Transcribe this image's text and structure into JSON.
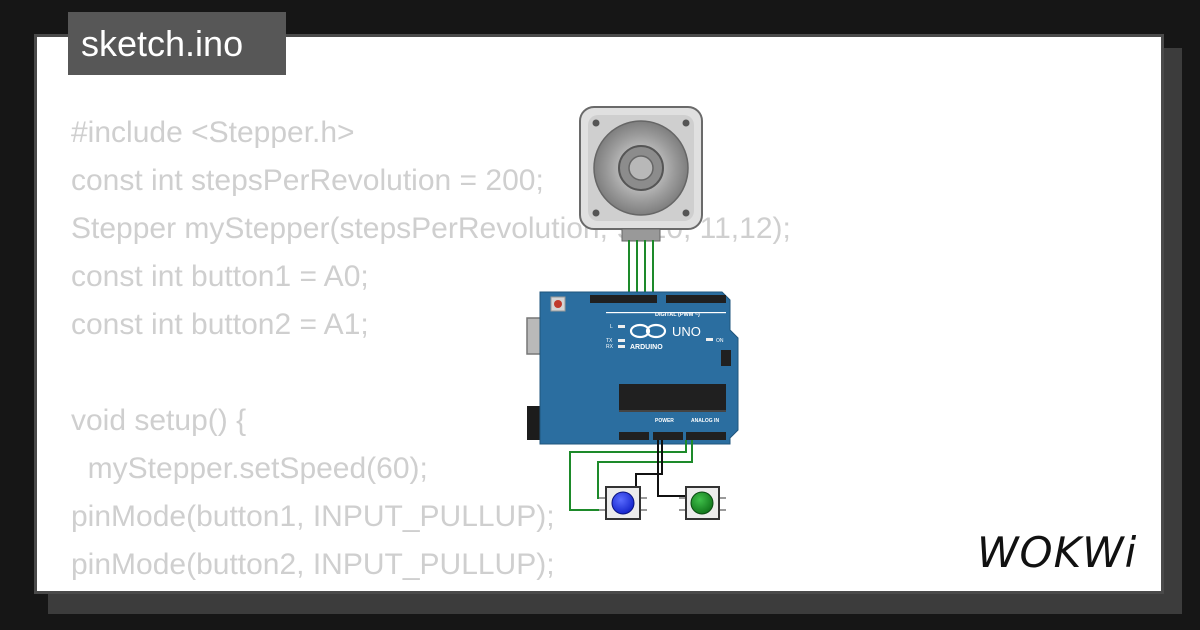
{
  "file_tab": {
    "title": "sketch.ino"
  },
  "code_lines": [
    "#include <Stepper.h>",
    "const int stepsPerRevolution = 200;",
    "Stepper myStepper(stepsPerRevolution, 9, 10, 11,12);",
    "const int button1 = A0;",
    "const int button2 = A1;",
    "",
    "void setup() {",
    "  myStepper.setSpeed(60);",
    "pinMode(button1, INPUT_PULLUP);",
    "pinMode(button2, INPUT_PULLUP);"
  ],
  "board": {
    "model": "UNO",
    "brand": "ARDUINO",
    "digital_header": "DIGITAL (PWM ~)",
    "power_header": "POWER",
    "analog_header": "ANALOG IN",
    "on_label": "ON",
    "led_labels": [
      "L",
      "TX",
      "RX"
    ]
  },
  "logo": {
    "text": "WOKWi"
  },
  "colors": {
    "board_blue": "#2b6ea0",
    "wire_green": "#1d8a2a",
    "button_blue": "#1a2ee0",
    "button_green": "#178a22",
    "background": "#161616",
    "card": "#ffffff",
    "tab": "#575757",
    "code_text": "#cfcfcf"
  },
  "icons": {
    "motor": "stepper-motor-icon",
    "board": "arduino-uno-icon",
    "button1": "pushbutton-blue-icon",
    "button2": "pushbutton-green-icon"
  }
}
